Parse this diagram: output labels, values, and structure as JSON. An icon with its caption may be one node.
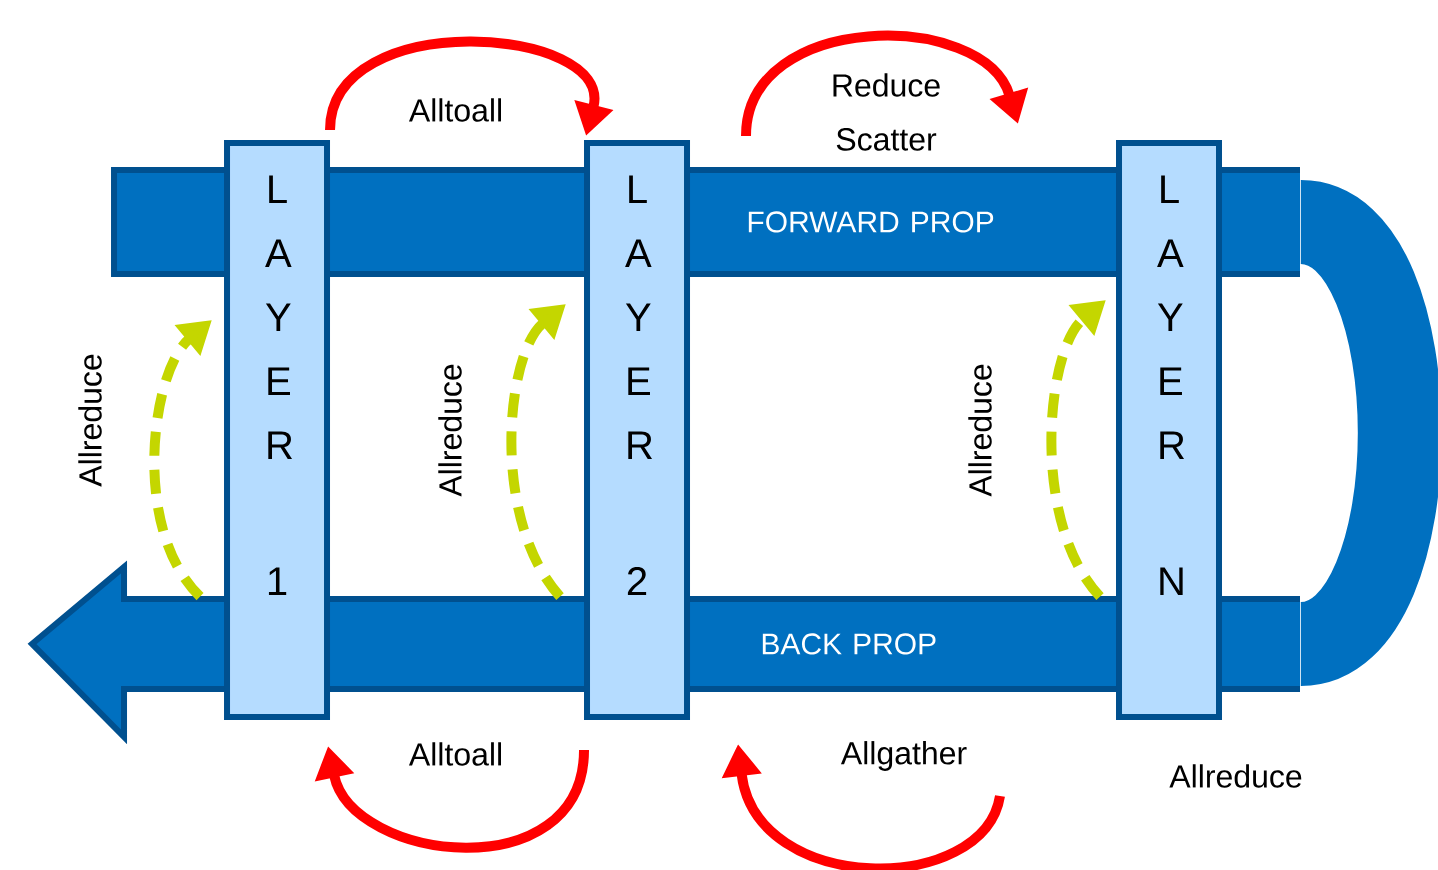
{
  "diagram": {
    "nodes": [
      {
        "text": [
          "L A Y E R",
          "1"
        ]
      },
      {
        "text": [
          "L A Y E R",
          "2"
        ]
      },
      {
        "text": [
          "L A Y E R",
          "N"
        ]
      },
      {
        "text": [
          "FORWARD PROP"
        ]
      },
      {
        "text": [
          "BACK PROP"
        ]
      }
    ],
    "edges": [
      {
        "from": 0,
        "to": 1,
        "arrow": "to",
        "label": "Alltoall",
        "color": "#ff0000"
      },
      {
        "from": 1,
        "to": 0,
        "arrow": "to",
        "label": "Alltoall",
        "color": "#ff0000"
      },
      {
        "from": 4,
        "to": 0,
        "arrow": "to",
        "label": "Allreduce",
        "style": "dashed",
        "color": "#c4d600"
      },
      {
        "from": 4,
        "to": 1,
        "arrow": "to",
        "label": "Allreduce",
        "style": "dashed",
        "color": "#c4d600"
      },
      {
        "from": 4,
        "to": 2,
        "arrow": "to",
        "label": "Allreduce",
        "style": "dashed",
        "color": "#c4d600"
      },
      {
        "from": 3,
        "to": 4,
        "arrow": "none",
        "style": "thick",
        "color": "#0070c0"
      }
    ],
    "labels": [
      "Reduce Scatter",
      "Allgather",
      "Allreduce"
    ]
  }
}
